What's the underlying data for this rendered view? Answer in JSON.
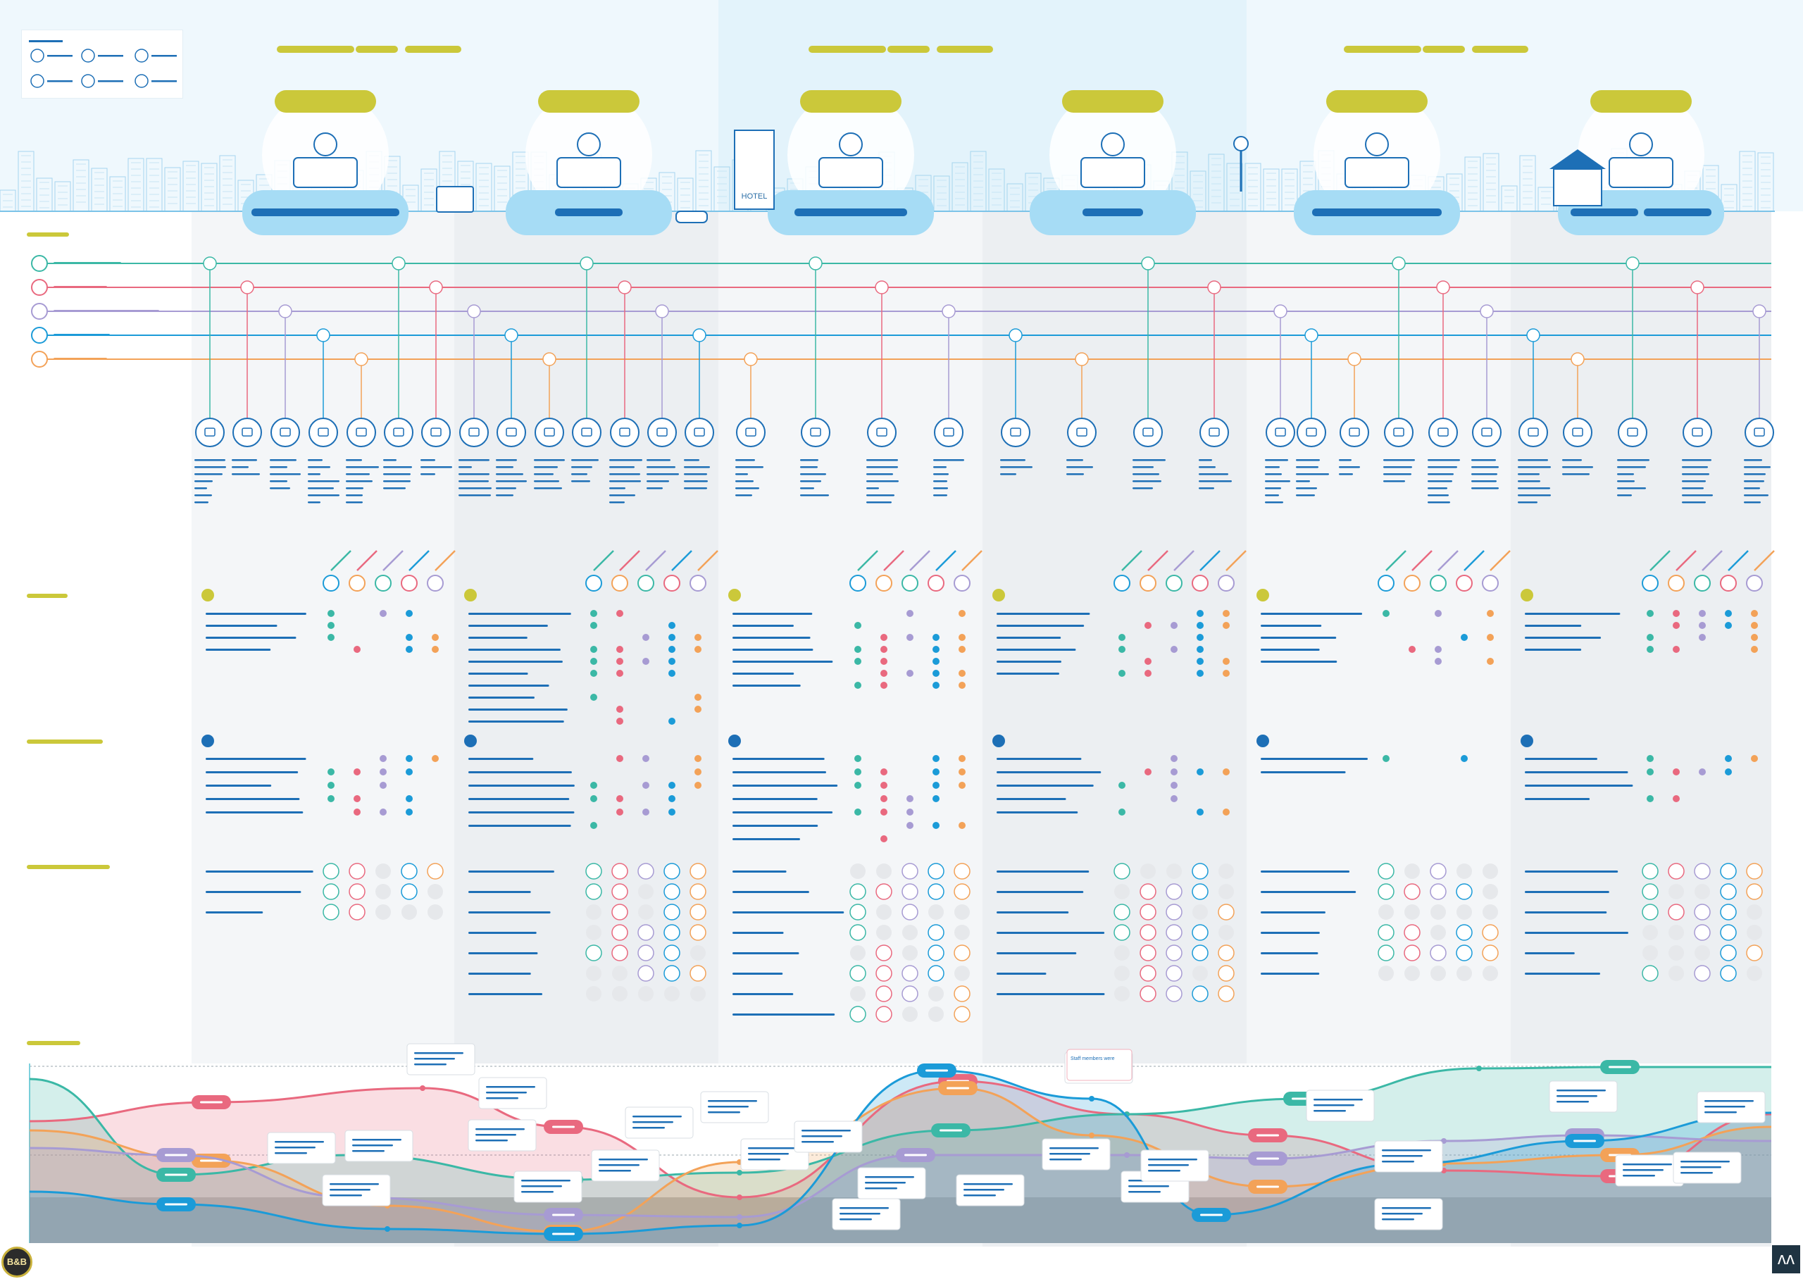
{
  "signage": {
    "hotel": "HOTEL"
  },
  "annotations": {
    "staff_members_note": "Staff members were"
  },
  "branding": {
    "corner_logo": "B&B",
    "brand_mark": "ʌʌ"
  },
  "colors": {
    "teal": "#3bb8a6",
    "pink": "#e9697f",
    "purple": "#a79bd3",
    "blue": "#1b9bd8",
    "orange": "#f3a258",
    "olive": "#cbc83a",
    "dark_blue": "#1d6fb6",
    "light_blue": "#a6dcf5",
    "sky": "#e6f4fb"
  },
  "icons": [
    "user-icon",
    "laptop-icon",
    "hotel-icon",
    "reception-icon",
    "room-icon",
    "checkout-icon",
    "house-icon",
    "car-icon",
    "phone-icon",
    "web-icon",
    "chat-icon",
    "search-icon",
    "book-icon",
    "card-icon",
    "camera-icon",
    "pencil-icon",
    "bell-icon",
    "hand-icon",
    "star-icon",
    "smile-icon",
    "frown-icon"
  ]
}
